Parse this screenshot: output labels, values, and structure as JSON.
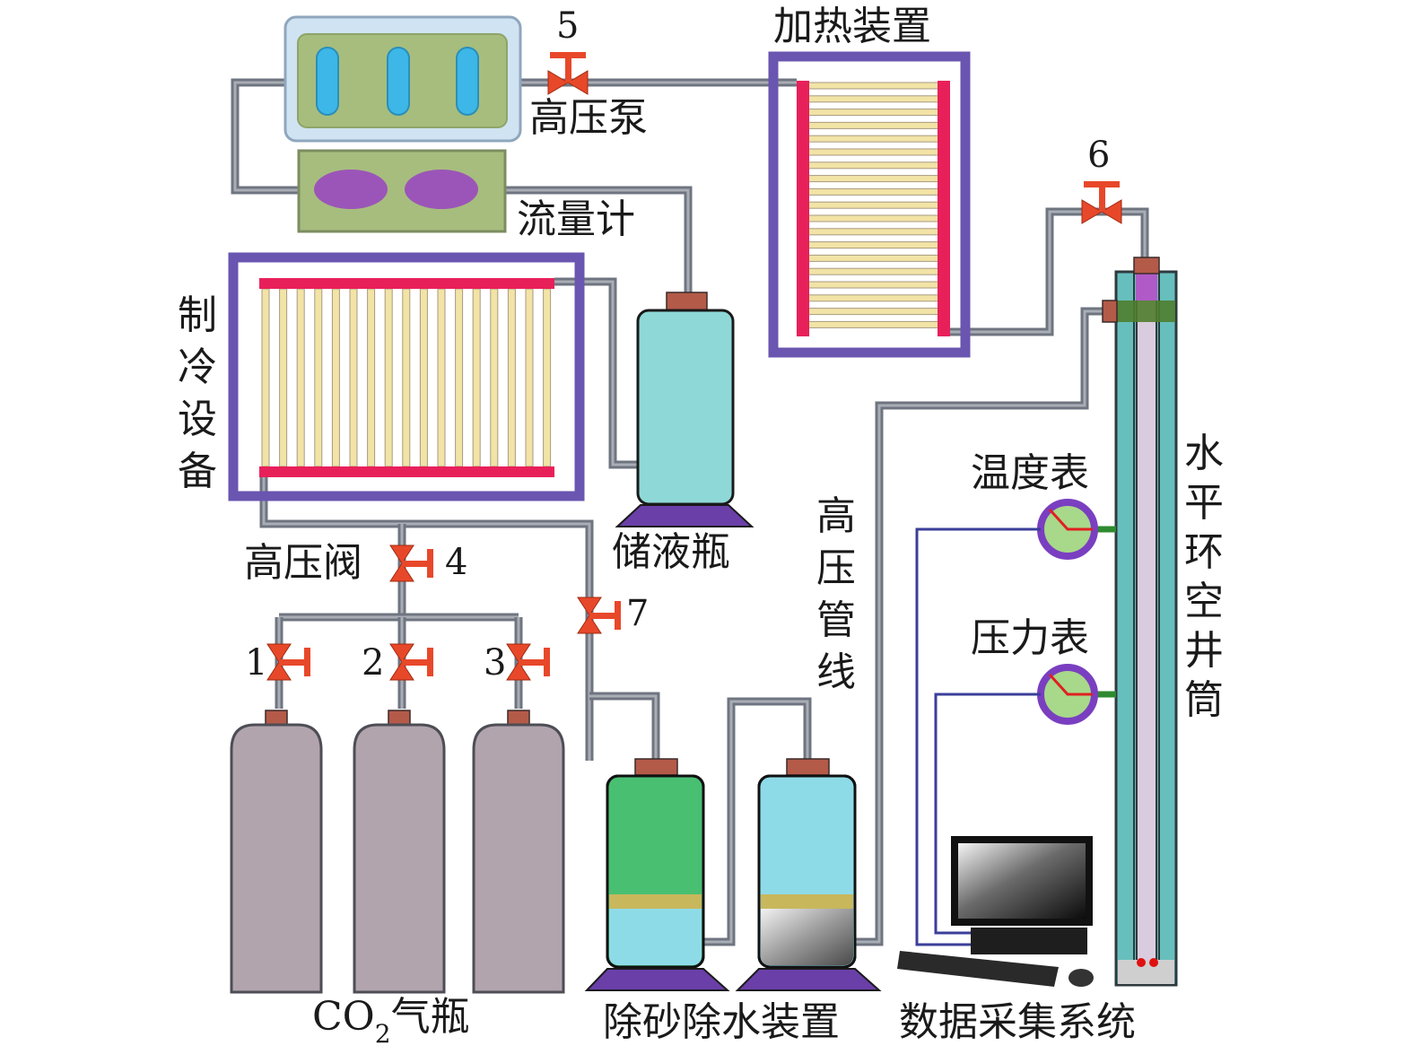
{
  "title": "CO2 horizontal annulus wellbore experimental system schematic",
  "labels": {
    "pump": "高压泵",
    "flowmeter": "流量计",
    "heater": "加热装置",
    "refrigeration": [
      "制",
      "冷",
      "设",
      "备"
    ],
    "storage_tank": "储液瓶",
    "hp_valve": "高压阀",
    "co2_cylinders_prefix": "CO",
    "co2_cylinders_sub": "2",
    "co2_cylinders_suffix": "气瓶",
    "separator": "除砂除水装置",
    "hp_line": [
      "高",
      "压",
      "管",
      "线"
    ],
    "temp_gauge": "温度表",
    "pressure_gauge": "压力表",
    "wellbore": [
      "水",
      "平",
      "环",
      "空",
      "井",
      "筒"
    ],
    "daq": "数据采集系统"
  },
  "valves": [
    {
      "id": "1",
      "label": "1"
    },
    {
      "id": "2",
      "label": "2"
    },
    {
      "id": "3",
      "label": "3"
    },
    {
      "id": "4",
      "label": "4"
    },
    {
      "id": "5",
      "label": "5"
    },
    {
      "id": "6",
      "label": "6"
    },
    {
      "id": "7",
      "label": "7"
    }
  ],
  "colors": {
    "pipe": "#6f7580",
    "pipe_light": "#a9adb5",
    "valve": "#e8482a",
    "frame": "#6a55b0",
    "coil_bar": "#e8205a",
    "coil_tube": "#f2e3a6",
    "tank": "#8ed9d8",
    "tank_base": "#6a3fa8",
    "cap": "#b45a48",
    "cylinder": "#b1a4ad",
    "pump_outer": "#cfe3f2",
    "pump_inner": "#a7bd7e",
    "pump_window": "#3cb7e8",
    "flowmeter_oval": "#9b55b8",
    "green_tank": "#49bf72",
    "sand_band": "#c9b75c",
    "well_outer": "#67bfbd",
    "well_inner": "#d9ccde",
    "gauge_ring": "#7a3fc0",
    "gauge_face": "#a8d88a",
    "signal_line": "#3b3f99"
  }
}
